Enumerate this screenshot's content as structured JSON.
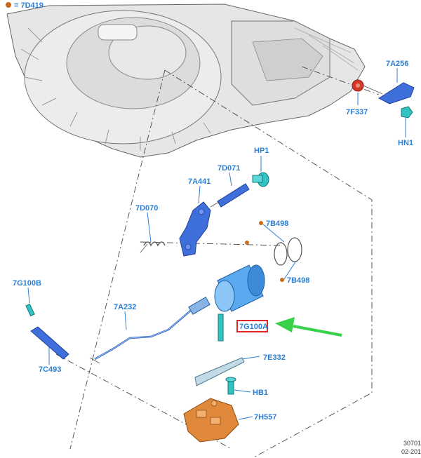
{
  "legend": {
    "text": "= 7D419",
    "dot_color": "#c96a1a"
  },
  "colors": {
    "label": "#2a7fd4",
    "part_blue": "#3f6fdb",
    "part_teal": "#33c2c2",
    "part_orange": "#e1893a",
    "part_red": "#d13a2a",
    "highlight_box": "#e0262b",
    "arrow": "#3ad14a",
    "housing": "#e4e4e4"
  },
  "labels": {
    "p7A256": "7A256",
    "p7F337": "7F337",
    "pHN1": "HN1",
    "pHP1": "HP1",
    "p7D071": "7D071",
    "p7A441": "7A441",
    "p7D070": "7D070",
    "p7B498a": "7B498",
    "p7B498b": "7B498",
    "p7G100B": "7G100B",
    "p7A232": "7A232",
    "p7G100A": "7G100A",
    "p7C493": "7C493",
    "p7E332": "7E332",
    "pHB1": "HB1",
    "p7H557": "7H557"
  },
  "footer": {
    "line1": "30701",
    "line2": "02-201"
  }
}
